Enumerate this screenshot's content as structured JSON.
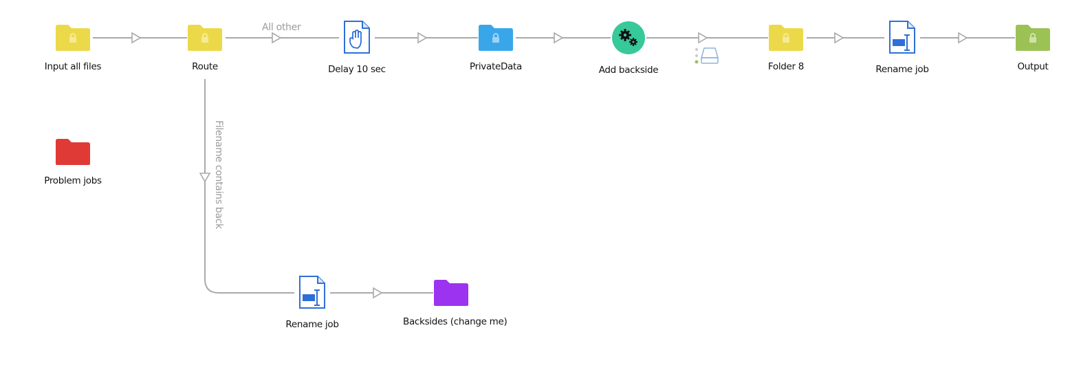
{
  "flow": {
    "colors": {
      "connector": "#a9a9a9",
      "folder_yellow": "#ecd94a",
      "folder_blue": "#3aa6ea",
      "folder_green": "#9cc256",
      "folder_red": "#df3a35",
      "folder_purple": "#9b33f0",
      "doc_blue": "#2e6fd7",
      "gear_green": "#37c99a"
    },
    "nodes": {
      "input_all_files": "Input all files",
      "route": "Route",
      "delay": "Delay 10 sec",
      "private_data": "PrivateData",
      "add_backside": "Add backside",
      "folder8": "Folder 8",
      "rename_job_top": "Rename job",
      "output": "Output",
      "problem_jobs": "Problem jobs",
      "rename_job_bottom": "Rename job",
      "backsides": "Backsides (change me)"
    },
    "connections": {
      "all_other": "All other",
      "filename_contains_back": "Filename contains back"
    }
  }
}
